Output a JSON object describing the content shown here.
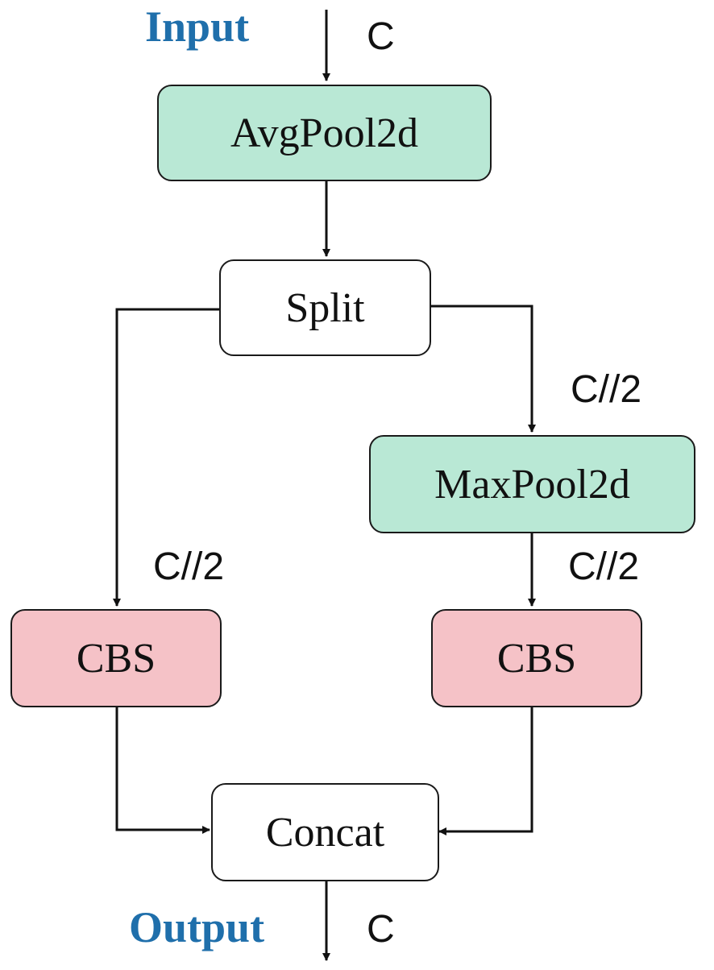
{
  "diagram": {
    "input_label": "Input",
    "output_label": "Output",
    "nodes": {
      "avgpool": "AvgPool2d",
      "split": "Split",
      "maxpool": "MaxPool2d",
      "cbs_left": "CBS",
      "cbs_right": "CBS",
      "concat": "Concat"
    },
    "channels": {
      "input": "C",
      "split_right": "C//2",
      "split_left": "C//2",
      "maxpool_out": "C//2",
      "output": "C"
    },
    "colors": {
      "pool_fill": "#b9e8d5",
      "cbs_fill": "#f5c2c7",
      "io_text": "#1f6fab"
    }
  }
}
